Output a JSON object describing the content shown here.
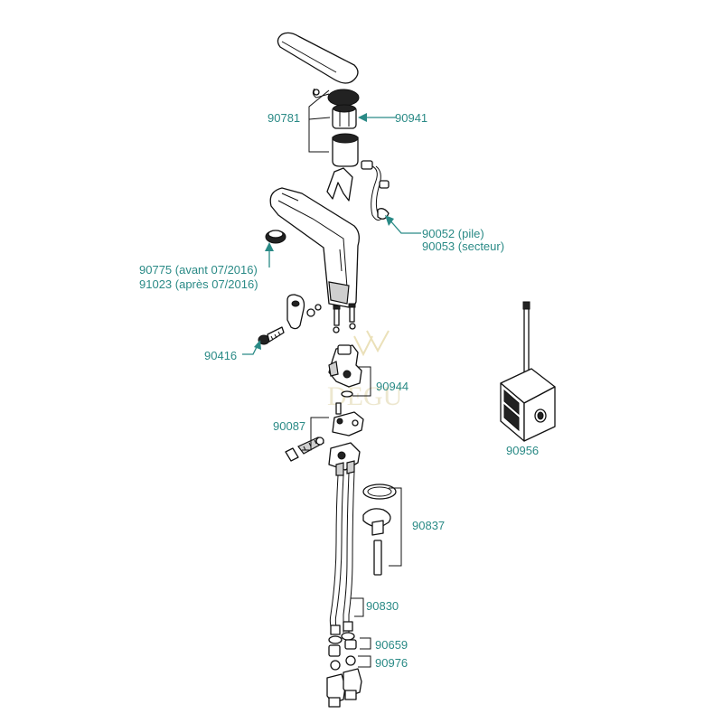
{
  "colors": {
    "label": "#2a8a86",
    "line": "#111111",
    "background": "#ffffff"
  },
  "labels": {
    "p90781": "90781",
    "p90941": "90941",
    "p90052": "90052 (pile)",
    "p90053": "90053 (secteur)",
    "p90775": "90775 (avant 07/2016)",
    "p91023": "91023 (après 07/2016)",
    "p90416": "90416",
    "p90944": "90944",
    "p90087": "90087",
    "p90956": "90956",
    "p90837": "90837",
    "p90830": "90830",
    "p90659": "90659",
    "p90976": "90976"
  },
  "watermark": {
    "text": "DEGU"
  }
}
